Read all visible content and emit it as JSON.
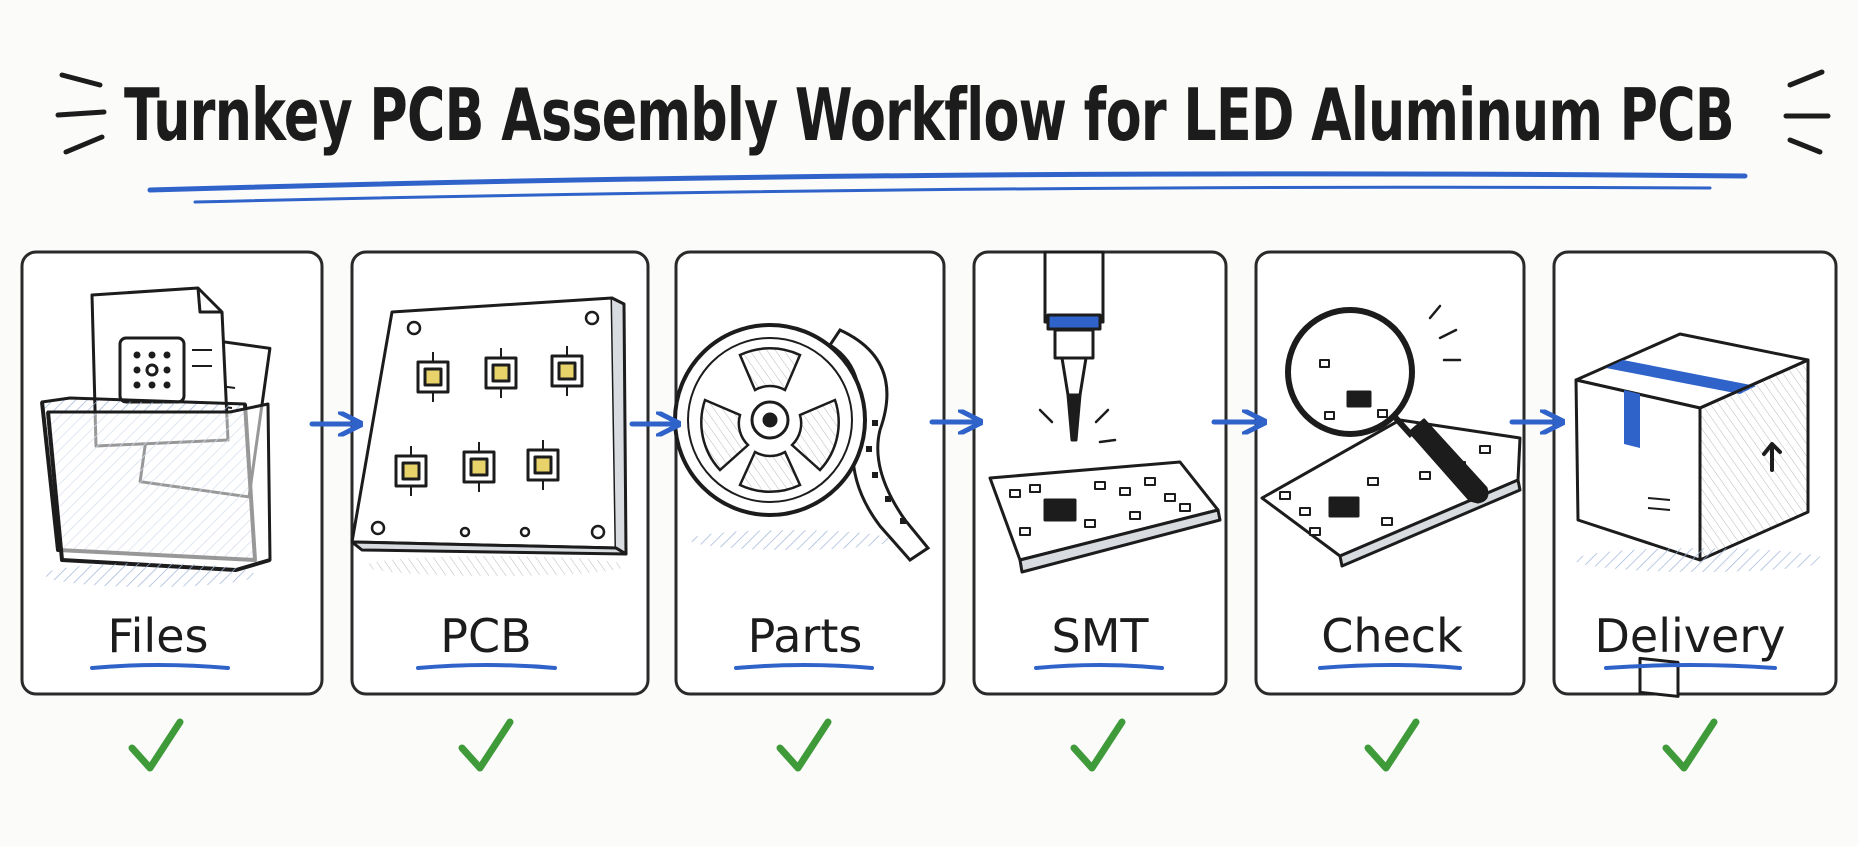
{
  "title": "Turnkey PCB Assembly Workflow for LED Aluminum PCB",
  "steps": [
    {
      "label": "Files",
      "icon": "folder-documents-icon",
      "status": "done"
    },
    {
      "label": "PCB",
      "icon": "aluminum-pcb-board-icon",
      "status": "done"
    },
    {
      "label": "Parts",
      "icon": "component-reel-icon",
      "status": "done"
    },
    {
      "label": "SMT",
      "icon": "pick-and-place-nozzle-icon",
      "status": "done"
    },
    {
      "label": "Check",
      "icon": "magnifier-inspection-icon",
      "status": "done"
    },
    {
      "label": "Delivery",
      "icon": "shipping-box-icon",
      "status": "done"
    }
  ],
  "colors": {
    "ink": "#1c1c1c",
    "accent_blue": "#2f63c9",
    "check_green": "#3f9a3a",
    "card_bg": "#ffffff"
  }
}
